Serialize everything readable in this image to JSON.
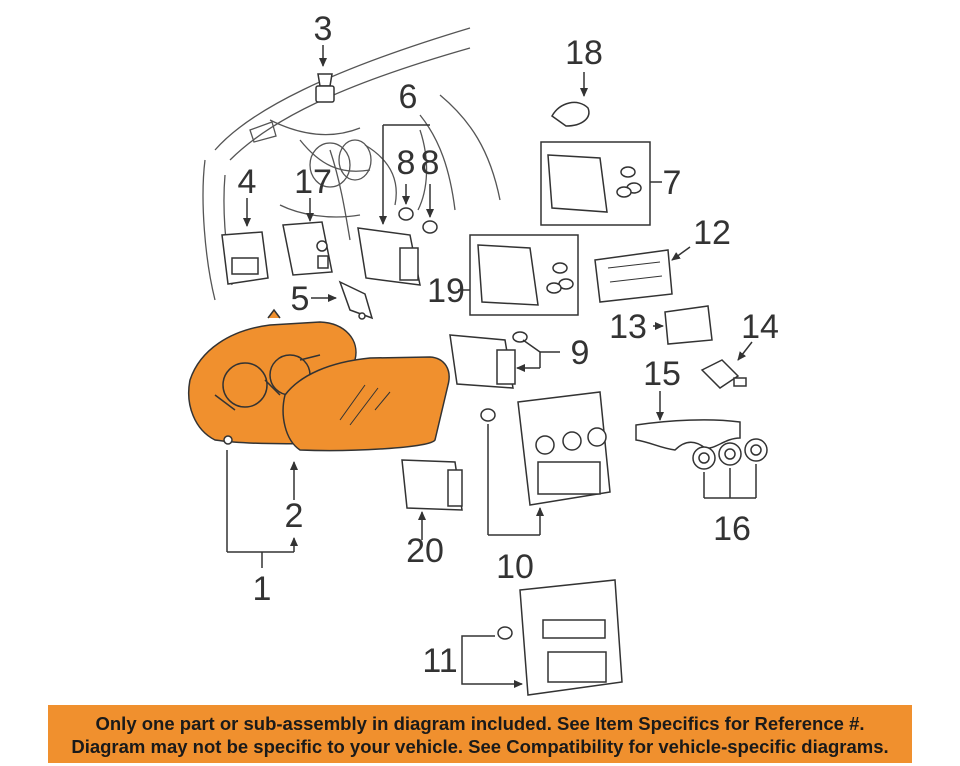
{
  "colors": {
    "highlight": "#f0902e",
    "line": "#333333",
    "part_fill": "#ffffff",
    "banner": "#f0902e"
  },
  "callouts": [
    "1",
    "2",
    "3",
    "4",
    "5",
    "6",
    "7",
    "8",
    "8",
    "9",
    "10",
    "11",
    "12",
    "13",
    "14",
    "15",
    "16",
    "17",
    "18",
    "19",
    "20"
  ],
  "notice": {
    "line1": "Only one part or sub-assembly in diagram included. See Item Specifics for Reference #.",
    "line2": "Diagram may not be specific to your vehicle. See Compatibility for vehicle-specific diagrams."
  }
}
